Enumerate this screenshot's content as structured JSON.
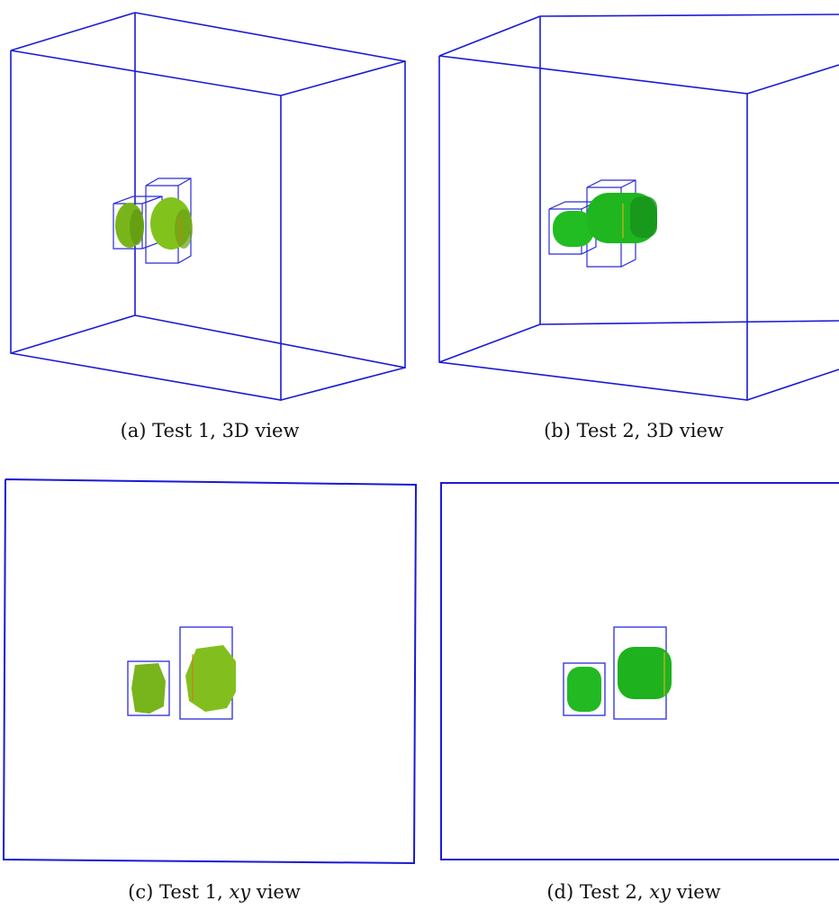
{
  "figure": {
    "panels": [
      {
        "id": "a",
        "label": "(a)",
        "caption": "Test 1, 3D view",
        "view": "3D",
        "object_color": "#7fbf1a"
      },
      {
        "id": "b",
        "label": "(b)",
        "caption": "Test 2, 3D view",
        "view": "3D",
        "object_color": "#1fb81f"
      },
      {
        "id": "c",
        "label": "(c)",
        "caption_prefix": "Test 1, ",
        "caption_var": "xy",
        "caption_suffix": " view",
        "view": "xy",
        "object_color": "#7fbf1a"
      },
      {
        "id": "d",
        "label": "(d)",
        "caption_prefix": "Test 2, ",
        "caption_var": "xy",
        "caption_suffix": " view",
        "view": "xy",
        "object_color": "#1fb81f"
      }
    ],
    "box_color": "#1a1ad6"
  }
}
